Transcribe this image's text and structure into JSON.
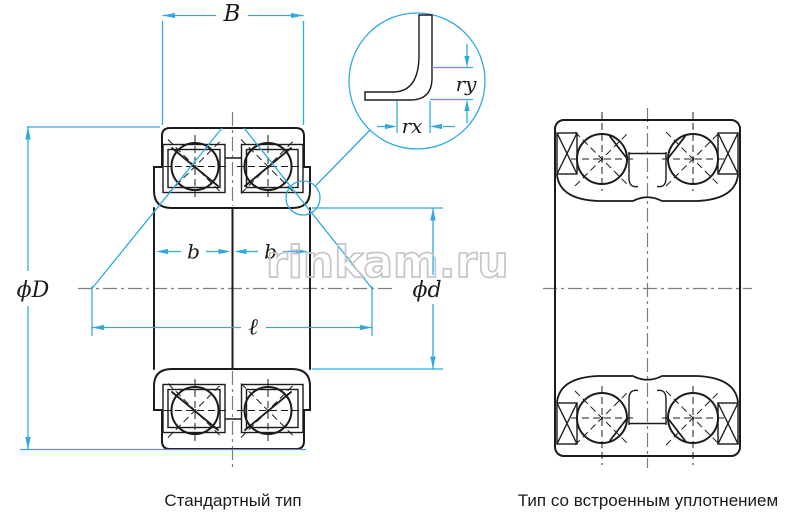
{
  "dimensions": {
    "width_B": "B",
    "half_width_left": "b",
    "half_width_right": "b",
    "load_center_distance": "ℓ",
    "outer_diameter": "ϕD",
    "bore_diameter": "ϕd",
    "chamfer_rx": "rx",
    "chamfer_ry": "ry"
  },
  "captions": {
    "standard_type": "Стандартный тип",
    "sealed_type": "Тип со встроенным уплотнением"
  },
  "watermark": {
    "text": "rinkam.ru"
  },
  "colors": {
    "drawing_line": "#1b1b1b",
    "dimension_blue": "#2fa9e1",
    "centerline_gray": "#7d7d7d",
    "watermark_gray": "#c6c6c6",
    "background": "#ffffff"
  }
}
